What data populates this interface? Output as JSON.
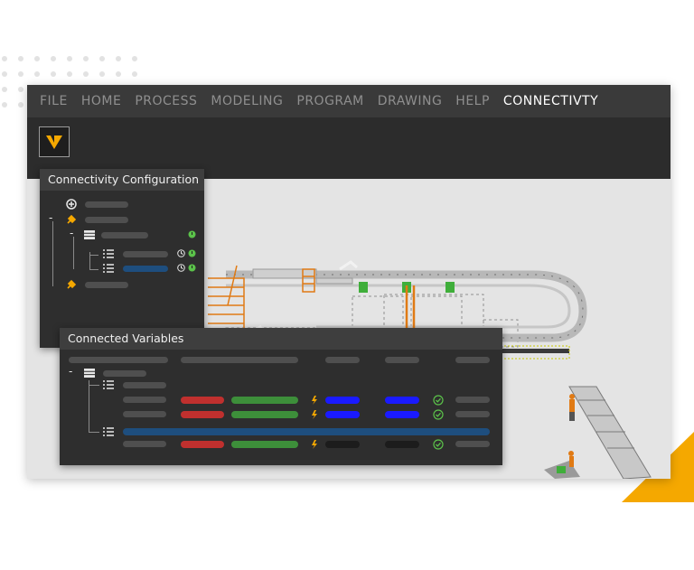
{
  "menu": {
    "items": [
      {
        "label": "FILE",
        "active": false
      },
      {
        "label": "HOME",
        "active": false
      },
      {
        "label": "PROCESS",
        "active": false
      },
      {
        "label": "MODELING",
        "active": false
      },
      {
        "label": "PROGRAM",
        "active": false
      },
      {
        "label": "DRAWING",
        "active": false
      },
      {
        "label": "HELP",
        "active": false
      },
      {
        "label": "CONNECTIVTY",
        "active": true
      }
    ]
  },
  "connectivity_panel": {
    "title": "Connectivity Configuration",
    "tree": [
      {
        "icon": "server-icon",
        "expander": "",
        "indicators": []
      },
      {
        "icon": "plug-icon",
        "expander": "-",
        "indicators": []
      },
      {
        "icon": "table-icon",
        "expander": "-",
        "indicators": [
          "power-status-icon"
        ]
      },
      {
        "icon": "list-icon",
        "expander": "",
        "indicators": [
          "clock-icon",
          "power-status-icon"
        ]
      },
      {
        "icon": "list-icon",
        "expander": "",
        "indicators": [
          "clock-icon",
          "power-status-icon"
        ],
        "highlighted": true
      },
      {
        "icon": "plug-icon",
        "expander": "",
        "indicators": []
      }
    ]
  },
  "variables_panel": {
    "title": "Connected Variables",
    "expander": "-",
    "rows": [
      {
        "type": "group",
        "icon": "table-icon"
      },
      {
        "type": "group",
        "icon": "list-icon"
      },
      {
        "type": "variable",
        "status": "check-circle-icon",
        "colors": [
          "#c0302e",
          "#3d8f3a",
          "#1a1aff",
          "#1a1aff"
        ]
      },
      {
        "type": "variable",
        "status": "check-circle-icon",
        "colors": [
          "#c0302e",
          "#3d8f3a",
          "#1a1aff",
          "#1a1aff"
        ]
      },
      {
        "type": "group-highlighted",
        "icon": "list-icon"
      },
      {
        "type": "variable",
        "status": "check-circle-icon",
        "colors": [
          "#c0302e",
          "#3d8f3a",
          "#1c1c1c",
          "#1c1c1c"
        ]
      }
    ]
  },
  "colors": {
    "accent": "#f5a800",
    "menubar": "#3a3a3a",
    "ribbon": "#2c2c2c",
    "panel": "#2e2e2e",
    "highlight": "#1e4e7e",
    "success": "#5bc24a"
  }
}
